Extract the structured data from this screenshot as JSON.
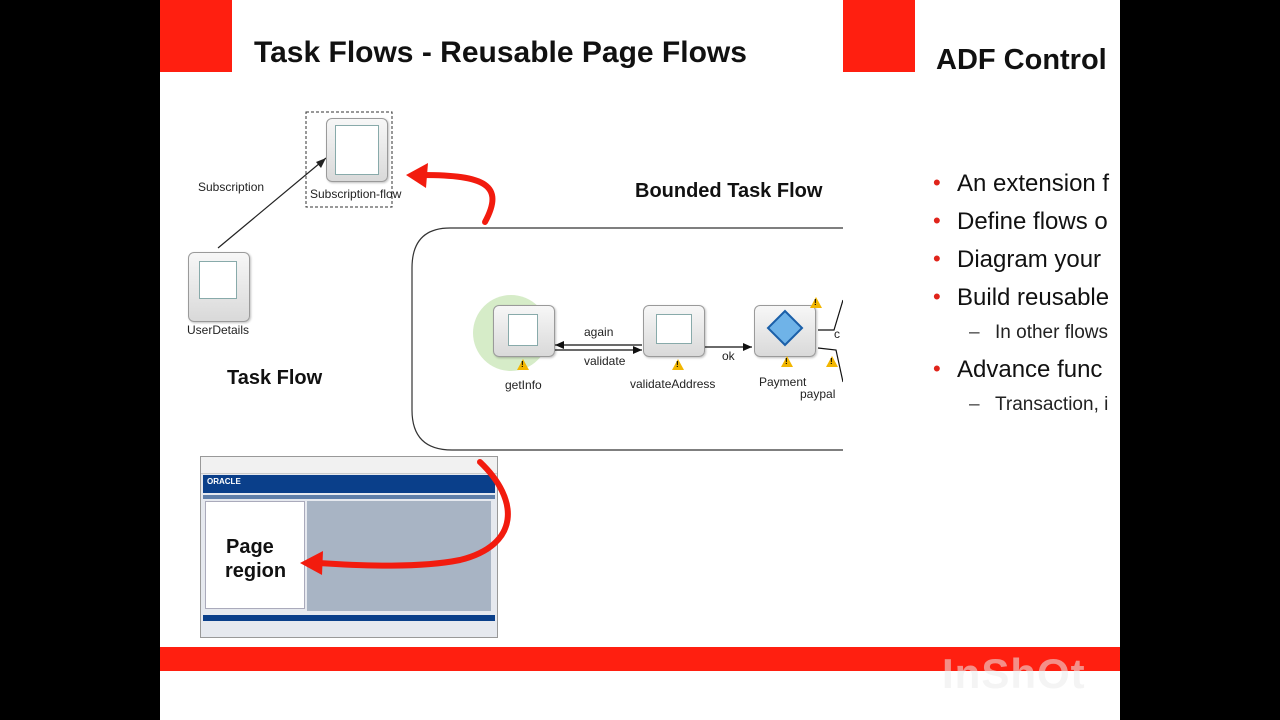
{
  "left_slide": {
    "title": "Task Flows - Reusable Page Flows",
    "bounded_task_flow_label": "Bounded Task Flow",
    "task_flow_label": "Task Flow",
    "subscription_edge_label": "Subscription",
    "subscription_flow_label": "Subscription-flow",
    "user_details_label": "UserDetails",
    "nodes": {
      "get_info": "getInfo",
      "validate_address": "validateAddress",
      "payment": "Payment"
    },
    "edges": {
      "again": "again",
      "validate": "validate",
      "ok": "ok",
      "paypal": "paypal",
      "cut_label": "c"
    },
    "page_region_label_1": "Page",
    "page_region_label_2": "region",
    "screenshot_logo": "ORACLE"
  },
  "right_slide": {
    "title": "ADF Control",
    "bullets": [
      {
        "level": 1,
        "text": "An extension f"
      },
      {
        "level": 1,
        "text": "Define flows o"
      },
      {
        "level": 1,
        "text": "Diagram your"
      },
      {
        "level": 1,
        "text": "Build reusable"
      },
      {
        "level": 2,
        "text": "In other flows"
      },
      {
        "level": 1,
        "text": "Advance func"
      },
      {
        "level": 2,
        "text": "Transaction, i"
      }
    ]
  },
  "watermark": "InShOt",
  "colors": {
    "accent_red": "#ff1f10",
    "bullet_red": "#e0241b",
    "screenshot_blue": "#0a3f8a"
  }
}
